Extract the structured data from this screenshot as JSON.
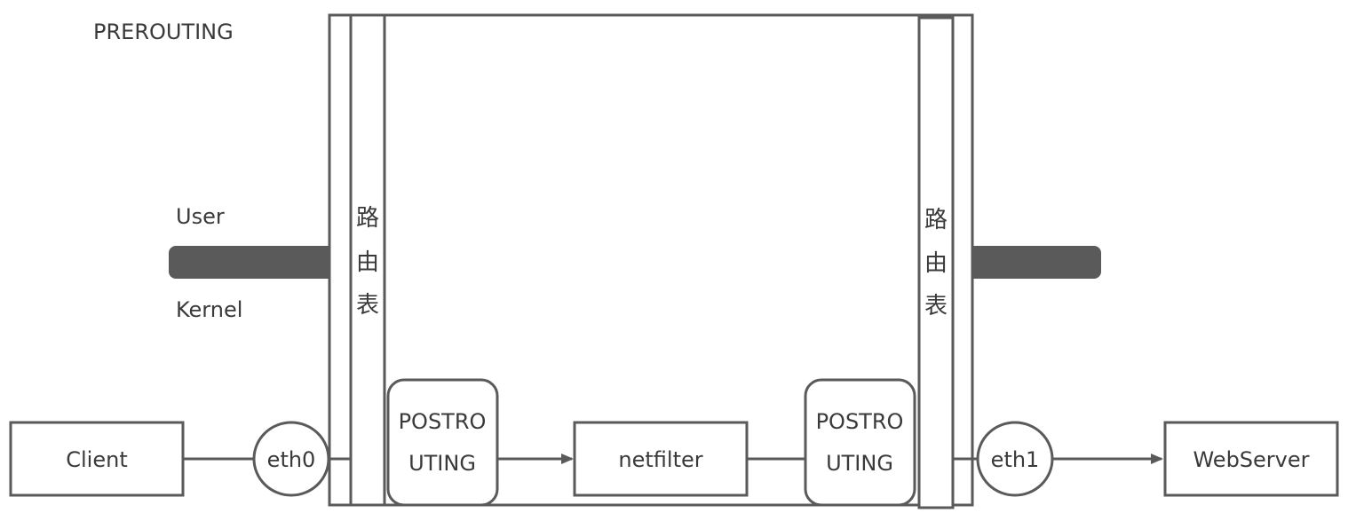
{
  "labels": {
    "prerouting": "PREROUTING",
    "user": "User",
    "kernel": "Kernel",
    "client": "Client",
    "eth0": "eth0",
    "eth1": "eth1",
    "netfilter": "netfilter",
    "webserver": "WebServer",
    "postrouting_left_line1": "POSTRO",
    "postrouting_left_line2": "UTING",
    "postrouting_right_line1": "POSTRO",
    "postrouting_right_line2": "UTING",
    "route_table_left": [
      "路",
      "由",
      "表"
    ],
    "route_table_right": [
      "路",
      "由",
      "表"
    ]
  },
  "colors": {
    "stroke": "#5a5a5a",
    "text": "#3a3a3a",
    "divider": "#5a5a5a",
    "background": "#ffffff"
  }
}
